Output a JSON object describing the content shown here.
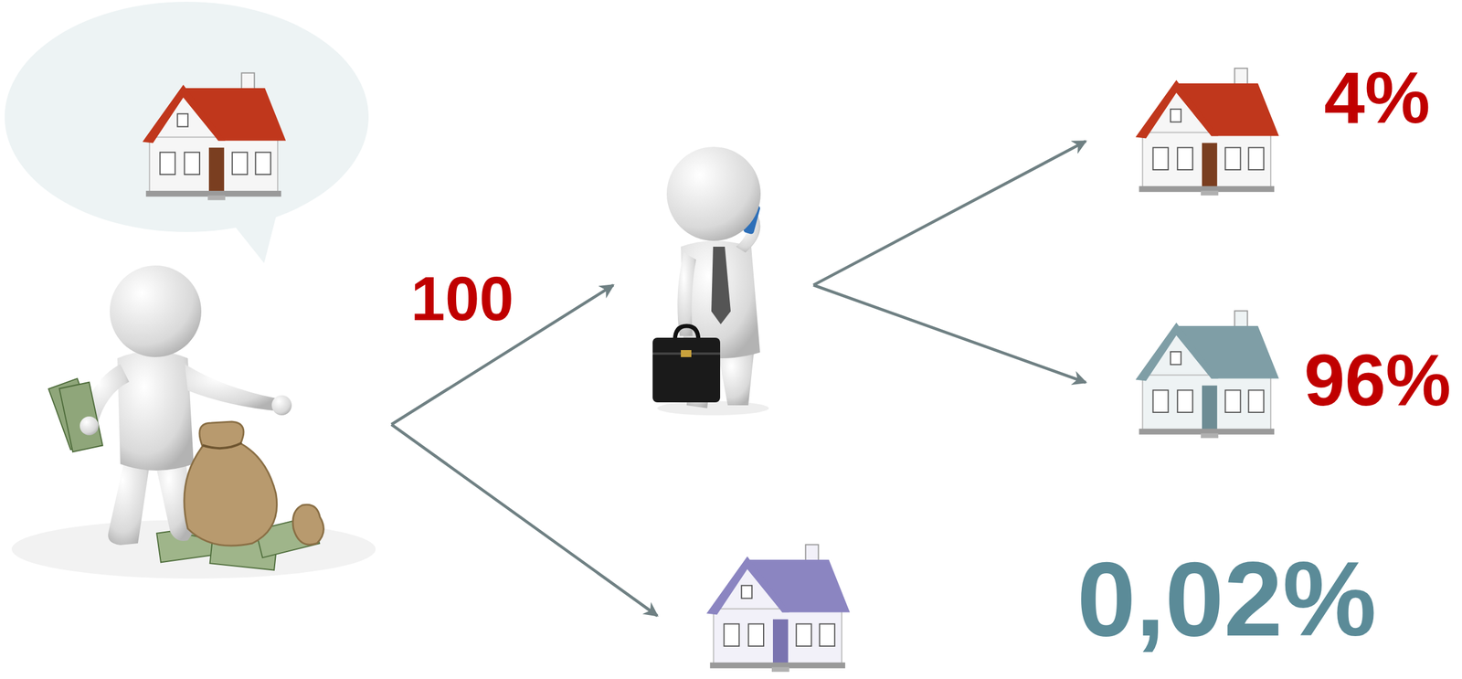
{
  "diagram": {
    "nodes": [
      {
        "text": []
      },
      {
        "text": []
      },
      {
        "text": [
          "4%"
        ]
      },
      {
        "text": [
          "96%"
        ]
      },
      {
        "text": [
          "0,02%"
        ]
      }
    ],
    "edges": [
      {
        "from": 0,
        "to": 1,
        "label": "100",
        "arrow": "to"
      },
      {
        "from": 0,
        "to": 4,
        "arrow": "to"
      },
      {
        "from": 1,
        "to": 2,
        "arrow": "to"
      },
      {
        "from": 1,
        "to": 3,
        "arrow": "to"
      }
    ]
  }
}
